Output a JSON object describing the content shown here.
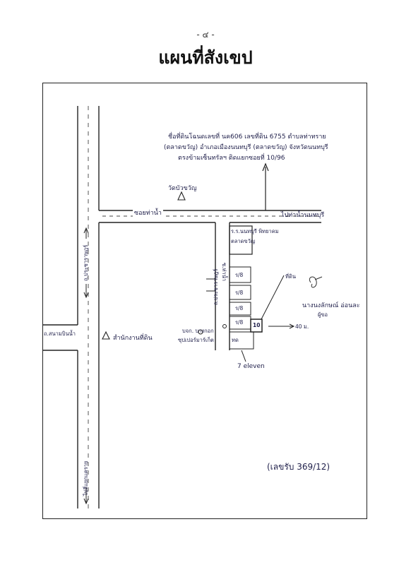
{
  "document": {
    "page_number": "- ๔ -",
    "title": "แผนที่สังเขป",
    "doc_reference": "(เลขรับ 369/12)"
  },
  "map": {
    "heading_lines": [
      "ชื่อที่ดินโฉนดเลขที่ นค606 เลขที่ดิน 6755 ตำบลท่าทราย",
      "(ตลาดขวัญ) อำเภอเมืองนนทบุรี (ตลาดขวัญ) จังหวัดนนทบุรี",
      "ตรงข้ามเซ็นทรัลฯ ติดแยกซอยที่ 10/96"
    ],
    "labels": {
      "temple": "วัดบัวขวัญ",
      "soi_main": "ซอยท่าน้ำ",
      "to_pier": "ไปท่าน้ำนนทบุรี",
      "shop_top": "ร.ร.นนทบุรี พิทยาคม",
      "shop_top2": "ตลาดขวัญ",
      "road_vertical": "ถ.ประชาราษฎร์",
      "road_left": "ถ.สนามบินน้ำ",
      "landmark_office": "สำนักงานที่ดิน",
      "shop_center": "บจก. บางกอก",
      "shop_center2": "ซุปเปอร์มาร์เก็ต",
      "small_lane": "ซ.ท่าน้ำ",
      "seven_eleven": "7 eleven",
      "distance": "40 ม.",
      "to_bottom": "ไปสี่แยกแคราย",
      "target_label": "ที่ดิน",
      "signature_name": "นางนงลักษณ์ อ่อนละ",
      "signature_title": "ผู้ขอ",
      "lot_1": "ร/8",
      "lot_2": "ร/8",
      "lot_3": "ร/8",
      "lot_4": "ร/8",
      "lot_num": "10",
      "lot_marker": "ทด"
    }
  }
}
